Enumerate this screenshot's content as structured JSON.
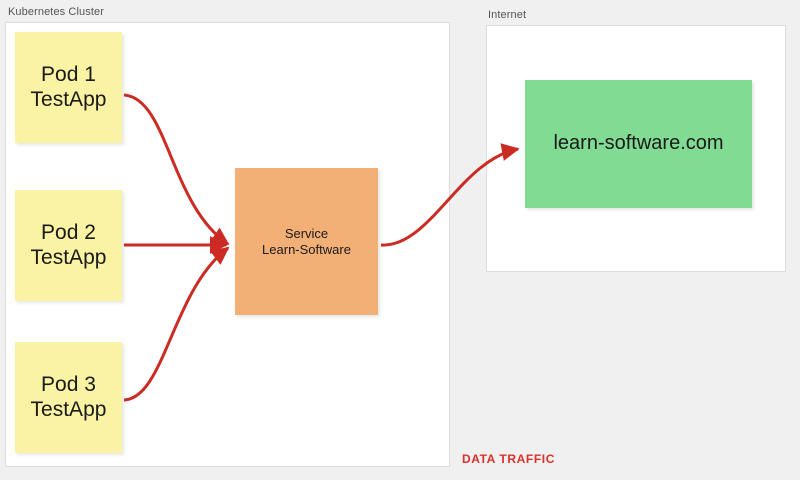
{
  "diagram": {
    "title_visible": false,
    "groups": [
      {
        "id": "cluster",
        "label": "Kubernetes Cluster"
      },
      {
        "id": "internet",
        "label": "Internet"
      }
    ],
    "pods": [
      {
        "name": "Pod 1",
        "app": "TestApp"
      },
      {
        "name": "Pod 2",
        "app": "TestApp"
      },
      {
        "name": "Pod 3",
        "app": "TestApp"
      }
    ],
    "service": {
      "line1": "Service",
      "line2": "Learn-Software"
    },
    "website": {
      "label": "learn-software.com"
    },
    "legend": {
      "data_traffic": "DATA TRAFFIC"
    },
    "colors": {
      "pod_fill": "#faf3a3",
      "service_fill": "#f2b077",
      "website_fill": "#82db93",
      "arrow": "#cc2b23",
      "legend_text": "#d9302a",
      "group_fill": "#ffffff",
      "group_border": "#dcdcdc",
      "canvas_bg": "#f0f0f0",
      "node_text": "#1a1a1a",
      "group_label_text": "#555555"
    }
  }
}
